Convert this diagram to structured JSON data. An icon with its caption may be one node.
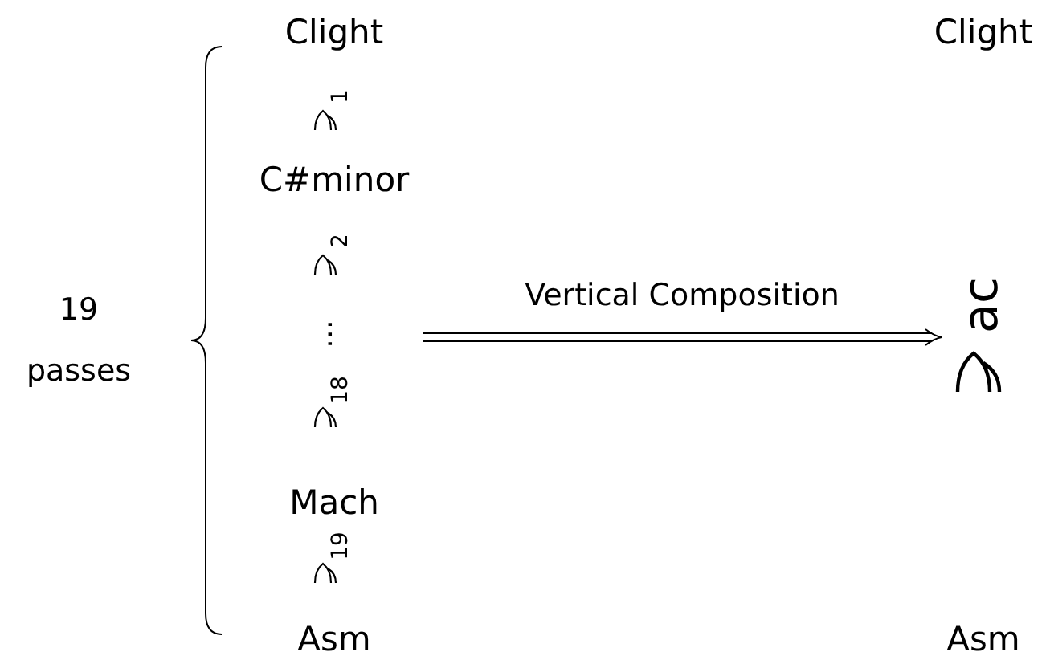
{
  "diagram": {
    "nodes": [
      {
        "text": [
          "Clight"
        ]
      },
      {
        "text": [
          "C#minor"
        ]
      },
      {
        "text": [
          "Mach"
        ]
      },
      {
        "text": [
          "Asm"
        ]
      },
      {
        "text": [
          "Clight"
        ]
      },
      {
        "text": [
          "ac"
        ]
      },
      {
        "text": [
          "Asm"
        ]
      }
    ],
    "edges": [
      {
        "from": null,
        "to": 5,
        "arrow": "to",
        "label": "Vertical Composition"
      }
    ],
    "labels": [
      "19 passes",
      "1",
      "2",
      "⋯",
      "18",
      "19"
    ]
  }
}
